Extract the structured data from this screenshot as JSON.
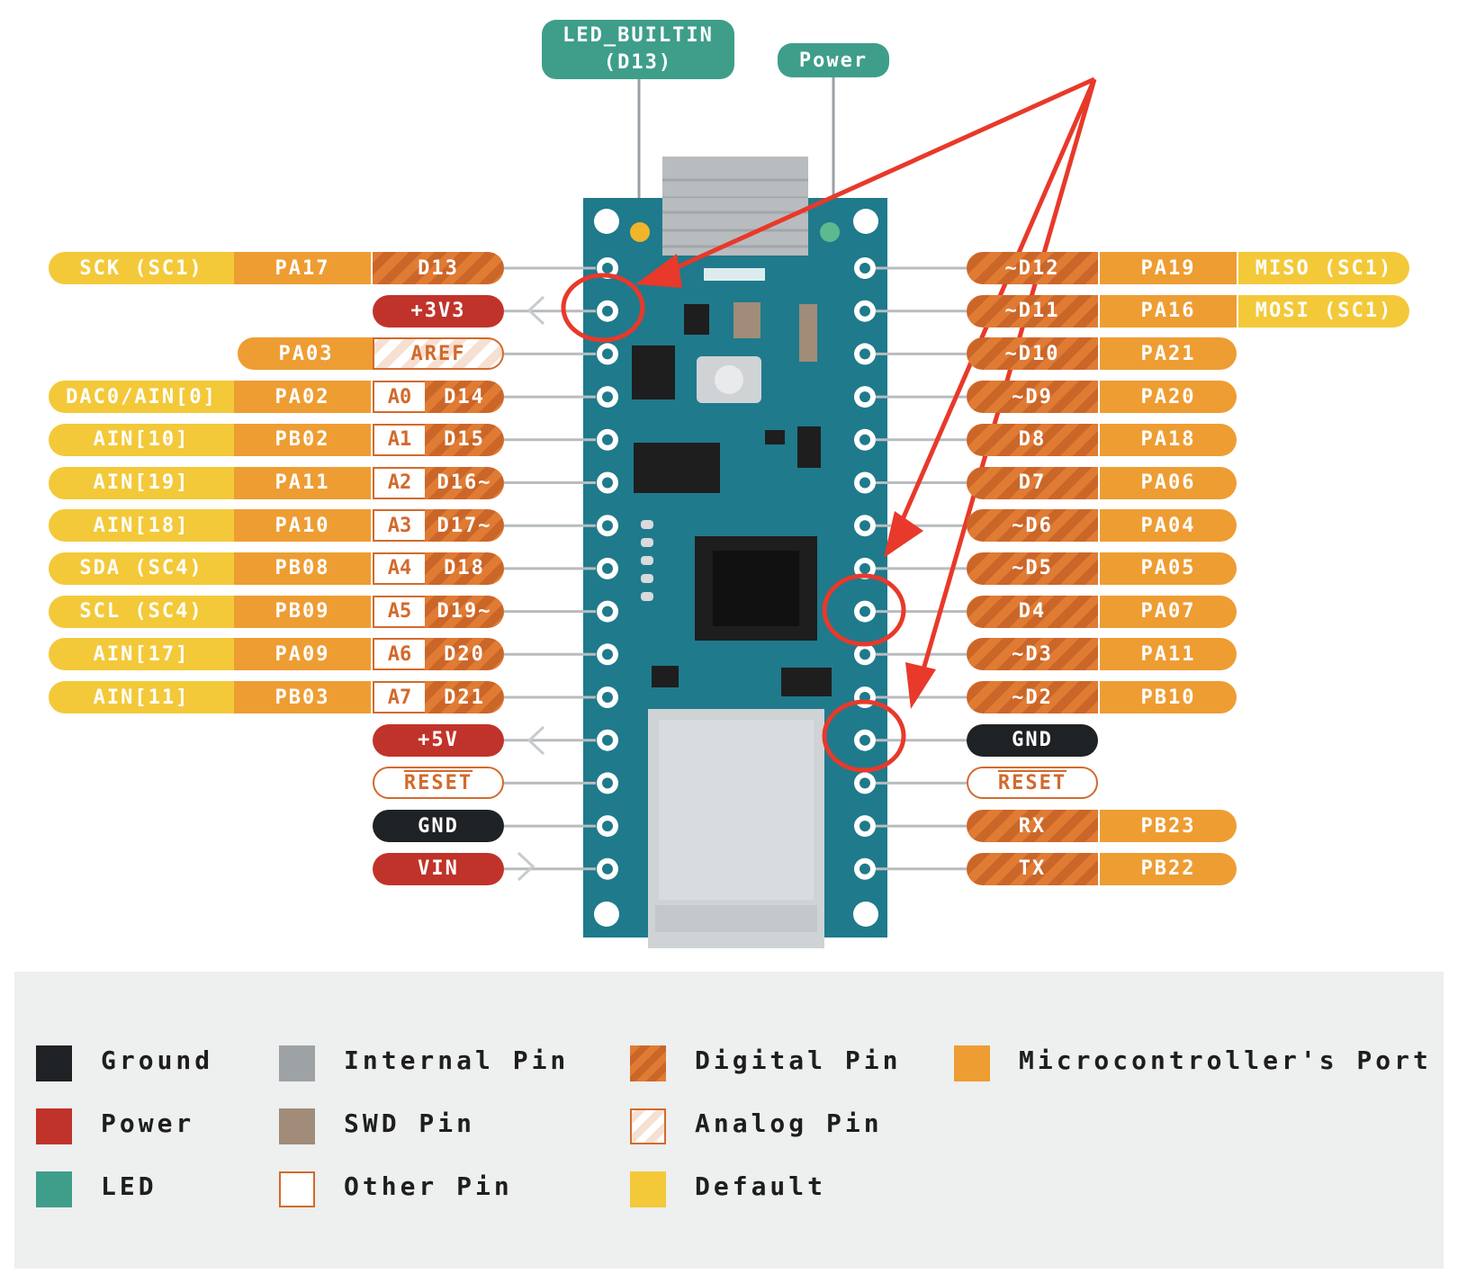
{
  "top_labels": {
    "led_builtin": "LED_BUILTIN",
    "led_builtin_pin": "(D13)",
    "power": "Power"
  },
  "left_pins": [
    {
      "default": "SCK (SC1)",
      "port": "PA17",
      "pin": "D13",
      "kind": "digital"
    },
    {
      "pin": "+3V3",
      "kind": "power"
    },
    {
      "port": "PA03",
      "pin": "AREF",
      "kind": "analog"
    },
    {
      "default": "DAC0/AIN[0]",
      "port": "PA02",
      "analog": "A0",
      "pin": "D14"
    },
    {
      "default": "AIN[10]",
      "port": "PB02",
      "analog": "A1",
      "pin": "D15"
    },
    {
      "default": "AIN[19]",
      "port": "PA11",
      "analog": "A2",
      "pin": "D16~"
    },
    {
      "default": "AIN[18]",
      "port": "PA10",
      "analog": "A3",
      "pin": "D17~"
    },
    {
      "default": "SDA (SC4)",
      "port": "PB08",
      "analog": "A4",
      "pin": "D18"
    },
    {
      "default": "SCL (SC4)",
      "port": "PB09",
      "analog": "A5",
      "pin": "D19~"
    },
    {
      "default": "AIN[17]",
      "port": "PA09",
      "analog": "A6",
      "pin": "D20"
    },
    {
      "default": "AIN[11]",
      "port": "PB03",
      "analog": "A7",
      "pin": "D21"
    },
    {
      "pin": "+5V",
      "kind": "power"
    },
    {
      "pin": "RESET",
      "kind": "other"
    },
    {
      "pin": "GND",
      "kind": "ground"
    },
    {
      "pin": "VIN",
      "kind": "power"
    }
  ],
  "right_pins": [
    {
      "pin": "~D12",
      "port": "PA19",
      "default": "MISO (SC1)"
    },
    {
      "pin": "~D11",
      "port": "PA16",
      "default": "MOSI (SC1)"
    },
    {
      "pin": "~D10",
      "port": "PA21"
    },
    {
      "pin": "~D9",
      "port": "PA20"
    },
    {
      "pin": "D8",
      "port": "PA18"
    },
    {
      "pin": "D7",
      "port": "PA06"
    },
    {
      "pin": "~D6",
      "port": "PA04"
    },
    {
      "pin": "~D5",
      "port": "PA05"
    },
    {
      "pin": "D4",
      "port": "PA07"
    },
    {
      "pin": "~D3",
      "port": "PA11"
    },
    {
      "pin": "~D2",
      "port": "PB10"
    },
    {
      "pin": "GND",
      "kind": "ground"
    },
    {
      "pin": "RESET",
      "kind": "other"
    },
    {
      "pin": "RX",
      "port": "PB23"
    },
    {
      "pin": "TX",
      "port": "PB22"
    }
  ],
  "legend": [
    {
      "label": "Ground",
      "color": "#1F2224"
    },
    {
      "label": "Internal Pin",
      "color": "#9DA3A5"
    },
    {
      "label": "Digital Pin",
      "color": "#E07B34"
    },
    {
      "label": "Microcontroller's Port",
      "color": "#EE9D33"
    },
    {
      "label": "Power",
      "color": "#C0332A"
    },
    {
      "label": "SWD Pin",
      "color": "#A08C78"
    },
    {
      "label": "Analog Pin",
      "color": "#ffffff"
    },
    {
      "label": "LED",
      "color": "#3E9E8A"
    },
    {
      "label": "Other Pin",
      "color": "#ffffff"
    },
    {
      "label": "Default",
      "color": "#F3C93A"
    }
  ],
  "colors": {
    "board": "#1F7A8C",
    "annotation": "#E8392A"
  }
}
